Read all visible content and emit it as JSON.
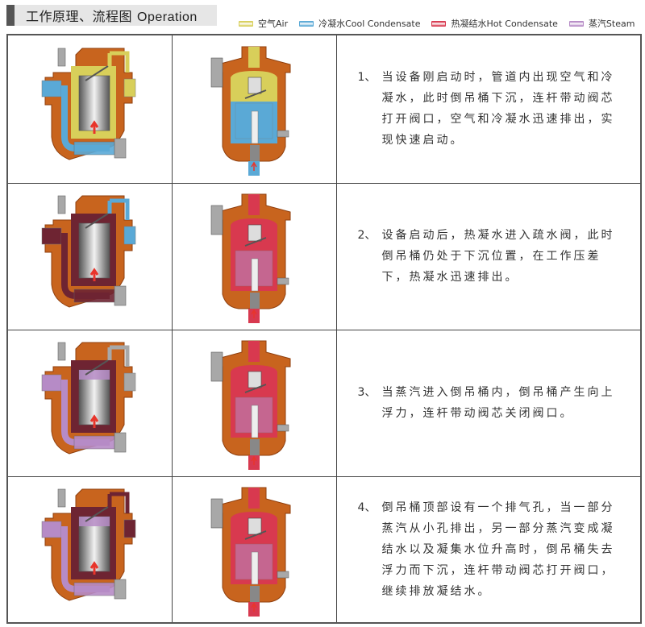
{
  "header": {
    "title_cn": "工作原理、流程图",
    "title_en": "Operation"
  },
  "legend": [
    {
      "label": "空气Air",
      "color": "#d8cf5a",
      "icon": "air-swatch"
    },
    {
      "label": "冷凝水Cool Condensate",
      "color": "#5aa9d6",
      "icon": "cool-condensate-swatch"
    },
    {
      "label": "热凝结水Hot Condensate",
      "color": "#d8394f",
      "icon": "hot-condensate-swatch"
    },
    {
      "label": "蒸汽Steam",
      "color": "#b68bc6",
      "icon": "steam-swatch"
    }
  ],
  "colors": {
    "body": "#c8641e",
    "body_dark": "#8f3f0e",
    "metal": "#a8a8a8",
    "air": "#d8cf5a",
    "cool": "#5aa9d6",
    "hot": "#d8394f",
    "hot_dark": "#6e2432",
    "steam": "#b68bc6",
    "arrow": "#e8352b"
  },
  "steps": [
    {
      "num": "1、",
      "text": "当设备刚启动时，管道内出现空气和冷凝水，此时倒吊桶下沉，连杆带动阀芯打开阀口，空气和冷凝水迅速排出，实现快速启动。",
      "side_view": {
        "chamber": "air",
        "inlet": "cool",
        "outlet": "air",
        "bucket": "metal"
      },
      "front_view": {
        "top": "air",
        "bottom": "cool",
        "bucket": "cool"
      }
    },
    {
      "num": "2、",
      "text": "设备启动后，热凝水进入疏水阀，此时倒吊桶仍处于下沉位置，在工作压差下，热凝水迅速排出。",
      "side_view": {
        "chamber": "hot_dark",
        "inlet": "hot_dark",
        "outlet": "cool",
        "bucket": "metal"
      },
      "front_view": {
        "top": "hot",
        "bottom": "hot",
        "bucket": "steam"
      }
    },
    {
      "num": "3、",
      "text": "当蒸汽进入倒吊桶内，倒吊桶产生向上浮力，连杆带动阀芯关闭阀口。",
      "side_view": {
        "chamber": "hot_dark",
        "inlet": "steam",
        "outlet": "metal",
        "bucket": "steam"
      },
      "front_view": {
        "top": "hot",
        "bottom": "hot",
        "bucket": "steam"
      }
    },
    {
      "num": "4、",
      "text": "倒吊桶顶部设有一个排气孔，当一部分蒸汽从小孔排出，另一部分蒸汽变成凝结水以及凝集水位升高时，倒吊桶失去浮力而下沉，连杆带动阀芯打开阀口，继续排放凝结水。",
      "side_view": {
        "chamber": "hot_dark",
        "inlet": "steam",
        "outlet": "hot_dark",
        "bucket": "steam"
      },
      "front_view": {
        "top": "hot",
        "bottom": "hot",
        "bucket": "steam"
      }
    }
  ]
}
